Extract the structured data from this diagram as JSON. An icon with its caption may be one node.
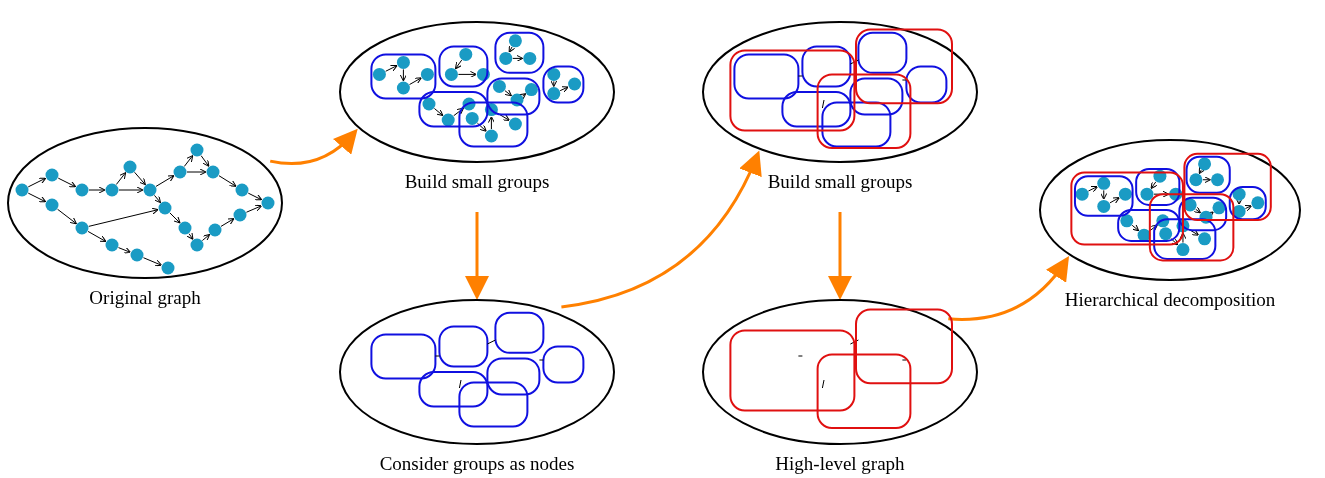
{
  "diagram": {
    "nodes": [
      {
        "text": [
          "Original graph"
        ]
      },
      {
        "text": [
          "Build small groups"
        ]
      },
      {
        "text": [
          "Consider groups as nodes"
        ]
      },
      {
        "text": [
          "Build small groups"
        ]
      },
      {
        "text": [
          "High-level graph"
        ]
      },
      {
        "text": [
          "Hierarchical decomposition"
        ]
      }
    ],
    "edges": [
      {
        "from": 0,
        "to": 1,
        "arrow": "to"
      },
      {
        "from": 1,
        "to": 2,
        "arrow": "to"
      },
      {
        "from": 2,
        "to": 3,
        "arrow": "to"
      },
      {
        "from": 3,
        "to": 4,
        "arrow": "to"
      },
      {
        "from": 4,
        "to": 5,
        "arrow": "to"
      }
    ]
  }
}
